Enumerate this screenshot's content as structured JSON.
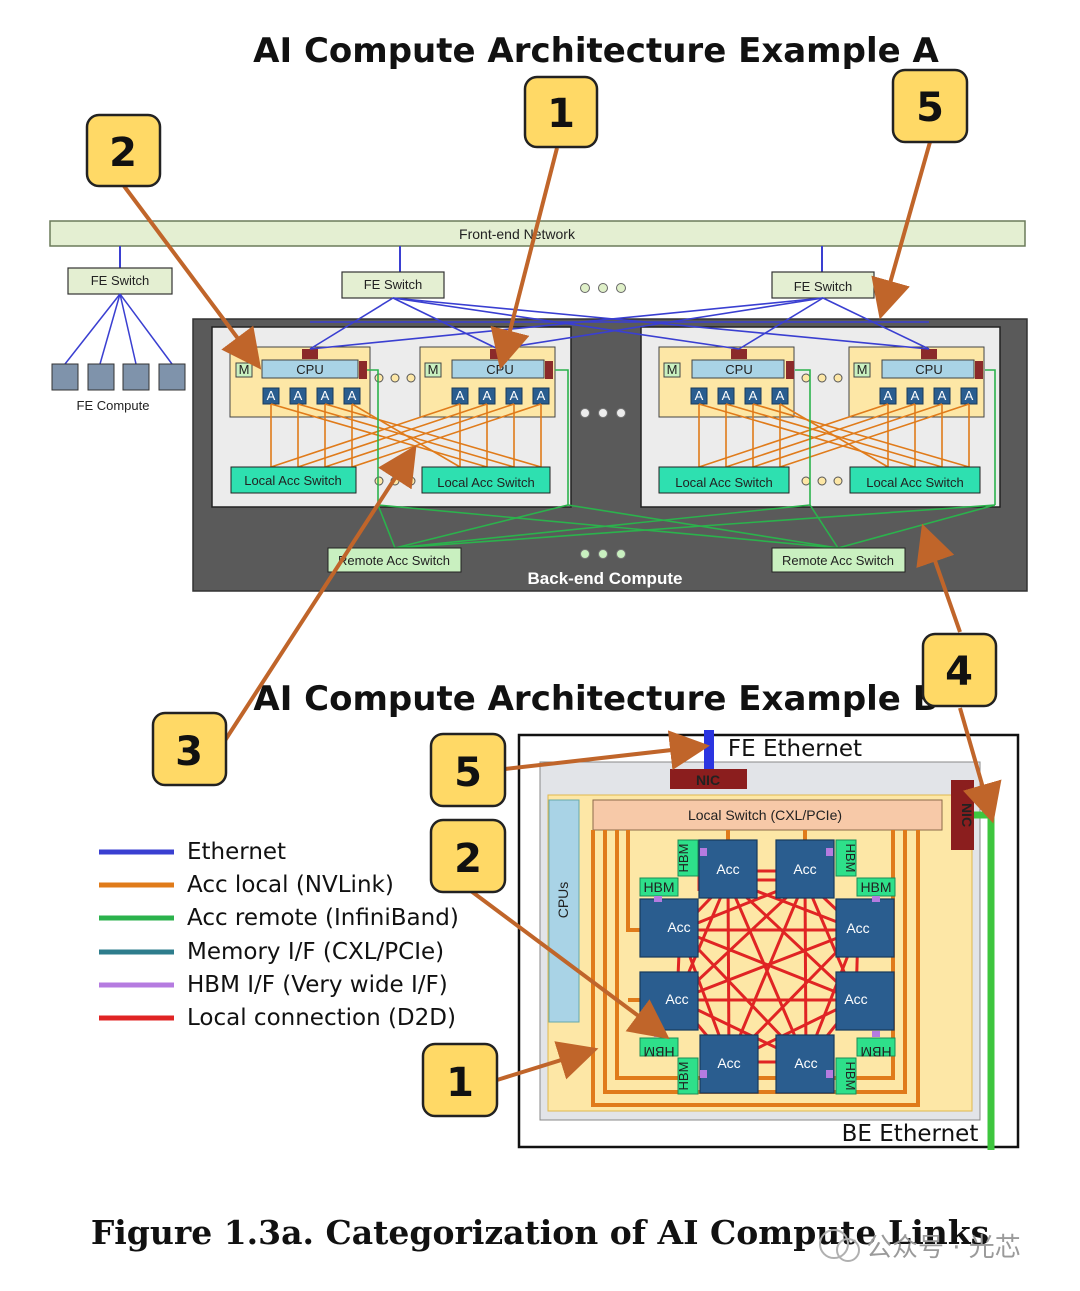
{
  "titles": {
    "a": "AI Compute Architecture Example A",
    "b": "AI Compute Architecture Example B"
  },
  "example_a": {
    "front_end_network": "Front-end Network",
    "fe_switch": "FE Switch",
    "fe_compute": "FE Compute",
    "cpu": "CPU",
    "mem": "M",
    "acc_short": "A",
    "local_acc_switch": "Local Acc Switch",
    "remote_acc_switch": "Remote Acc  Switch",
    "back_end_compute": "Back-end Compute"
  },
  "example_b": {
    "fe_ethernet": "FE Ethernet",
    "be_ethernet": "BE Ethernet",
    "nic": "NIC",
    "local_switch": "Local Switch (CXL/PCIe)",
    "cpus": "CPUs",
    "acc": "Acc",
    "hbm": "HBM"
  },
  "legend": [
    {
      "label": "Ethernet",
      "color": "#3a3fd1"
    },
    {
      "label": "Acc local (NVLink)",
      "color": "#e07b1a"
    },
    {
      "label": "Acc remote (InfiniBand)",
      "color": "#2bb24c"
    },
    {
      "label": "Memory I/F (CXL/PCIe)",
      "color": "#2e7d8c"
    },
    {
      "label": "HBM I/F (Very wide I/F)",
      "color": "#b57be0"
    },
    {
      "label": "Local connection (D2D)",
      "color": "#e02424"
    }
  ],
  "badges": [
    "1",
    "2",
    "3",
    "4",
    "5"
  ],
  "caption": "Figure 1.3a. Categorization of AI Compute Links",
  "watermark": "公众号 · 光芯",
  "colors": {
    "ethernet": "#3a3fd1",
    "nvlink": "#e07b1a",
    "infiniband": "#2bb24c",
    "d2d": "#e02424",
    "hbm_if": "#b57be0",
    "badge_fill": "#ffd966",
    "arrow": "#c0652a",
    "backend": "#5a5a5a",
    "tray": "#fde7a6",
    "acc_blue": "#2a5d8f",
    "cpu_blue": "#a9d3e6",
    "hbm_green": "#2ee08a",
    "nic_red": "#8b1e1e"
  }
}
